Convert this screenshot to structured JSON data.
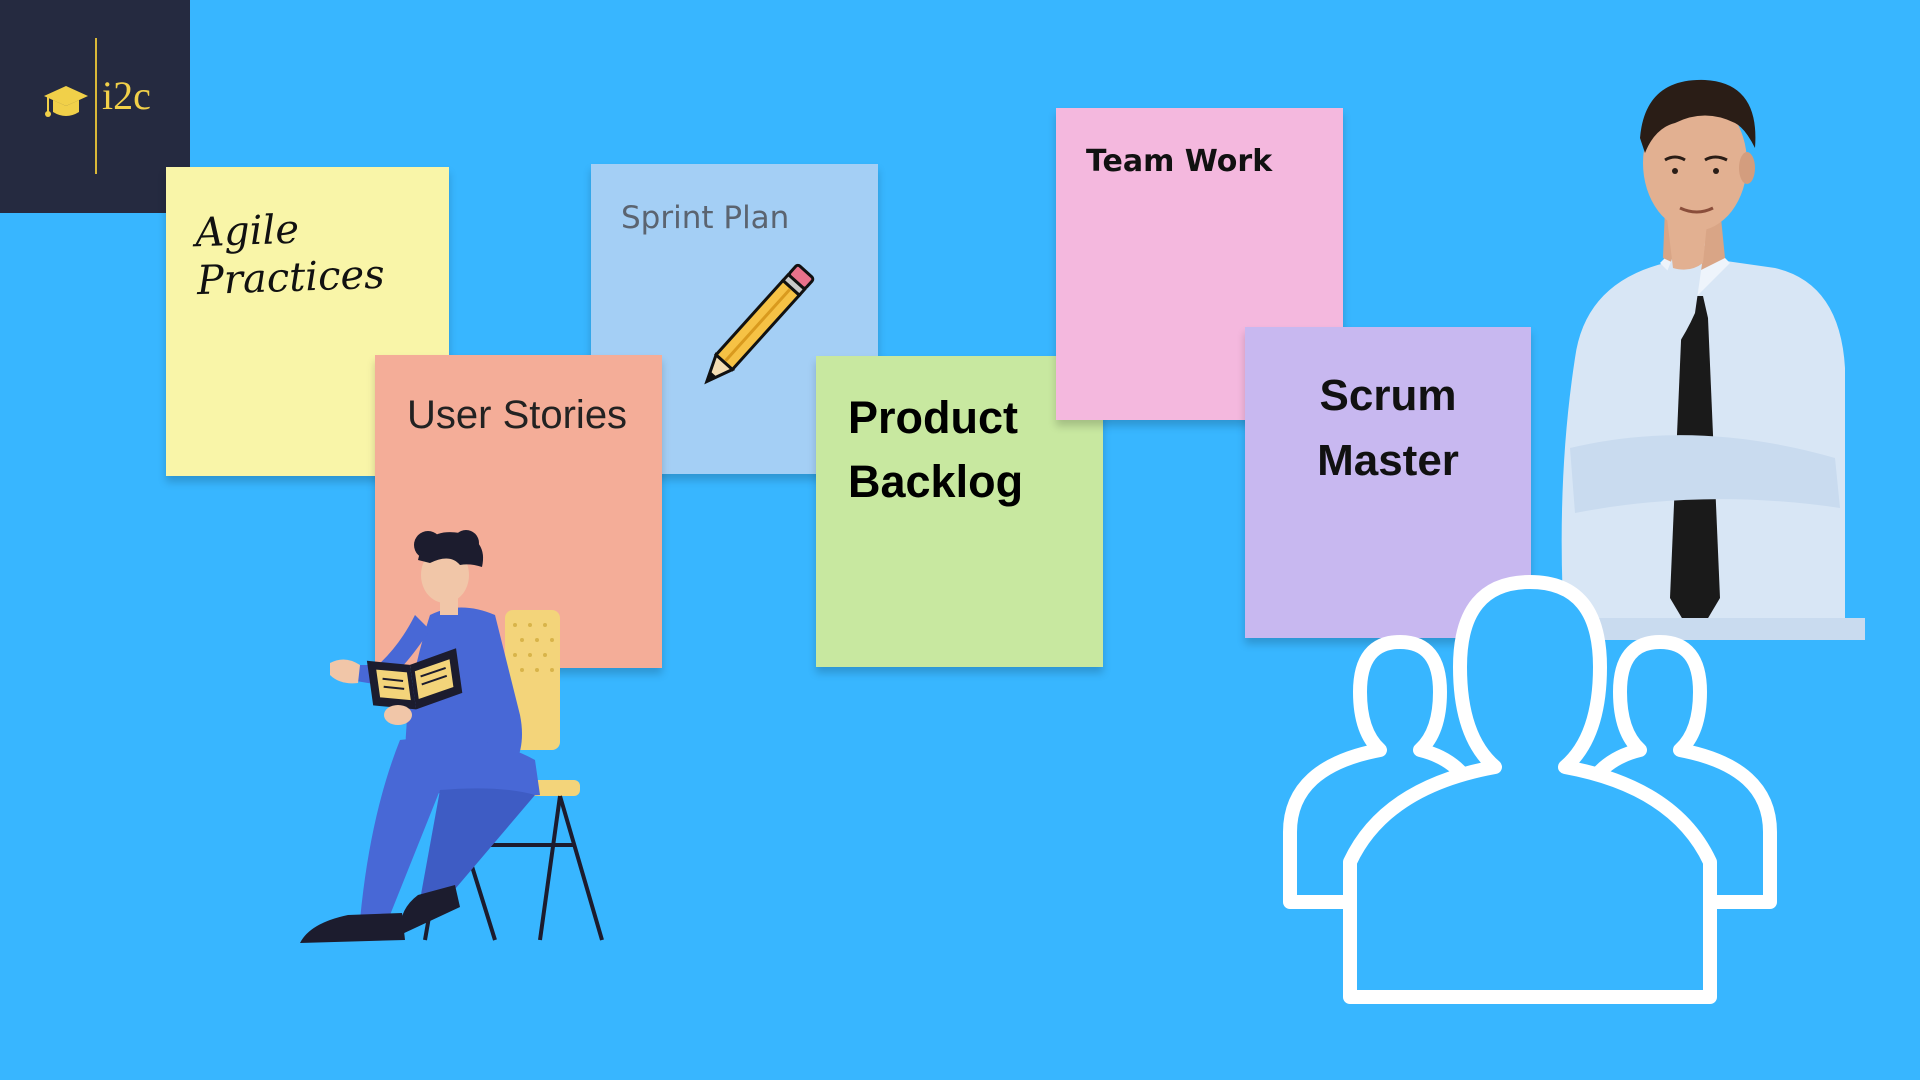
{
  "logo": {
    "brand_text": "i2c",
    "icon": "graduation-cap-icon"
  },
  "notes": {
    "agile": {
      "line1": "Agile",
      "line2": "Practices",
      "color": "#f9f5a8"
    },
    "sprint": {
      "label": "Sprint Plan",
      "color": "#a4cff5"
    },
    "user_stories": {
      "label": "User Stories",
      "color": "#f4ad98"
    },
    "product": {
      "line1": "Product",
      "line2": "Backlog",
      "color": "#c8e8a0"
    },
    "team": {
      "label": "Team Work",
      "color": "#f4b8de"
    },
    "scrum": {
      "line1": "Scrum",
      "line2": "Master",
      "color": "#c8b8f0"
    }
  },
  "illustrations": {
    "pencil": "pencil-icon",
    "reader": "person-reading-illustration",
    "thinker": "thinking-man-illustration",
    "group": "user-group-icon"
  },
  "colors": {
    "background": "#38b6ff",
    "logo_bg": "#252a40",
    "logo_accent": "#f1d049"
  }
}
